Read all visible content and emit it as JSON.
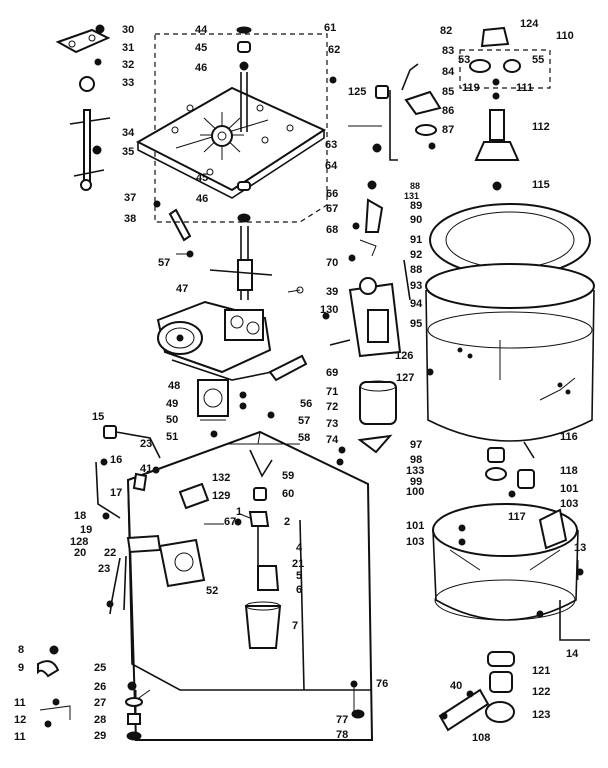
{
  "callouts": {
    "c30": "30",
    "c31": "31",
    "c32": "32",
    "c33": "33",
    "c34": "34",
    "c35": "35",
    "c37": "37",
    "c38": "38",
    "c57a": "57",
    "c44": "44",
    "c45a": "45",
    "c46a": "46",
    "c45b": "45",
    "c46b": "46",
    "c61": "61",
    "c62": "62",
    "c63": "63",
    "c64": "64",
    "c66": "66",
    "c67": "67",
    "c68": "68",
    "c70": "70",
    "c39": "39",
    "c130": "130",
    "c47": "47",
    "c48": "48",
    "c49": "49",
    "c50": "50",
    "c51": "51",
    "c56": "56",
    "c57b": "57",
    "c58": "58",
    "c69": "69",
    "c71": "71",
    "c72": "72",
    "c73": "73",
    "c74": "74",
    "c126": "126",
    "c82": "82",
    "c83": "83",
    "c53": "53",
    "c84": "84",
    "c85": "85",
    "c86": "86",
    "c87": "87",
    "c125": "125",
    "c124": "124",
    "c110": "110",
    "c55": "55",
    "c119": "119",
    "c111": "111",
    "c112": "112",
    "c115": "115",
    "c88a": "88",
    "c131": "131",
    "c89": "89",
    "c90": "90",
    "c91": "91",
    "c92": "92",
    "c88b": "88",
    "c93": "93",
    "c94": "94",
    "c95": "95",
    "c127": "127",
    "c97": "97",
    "c98": "98",
    "c133": "133",
    "c99": "99",
    "c100": "100",
    "c116": "116",
    "c118": "118",
    "c101a": "101",
    "c103a": "103",
    "c117": "117",
    "c101b": "101",
    "c103b": "103",
    "c13": "13",
    "c14": "14",
    "c15": "15",
    "c16": "16",
    "c23a": "23",
    "c41": "41",
    "c17": "17",
    "c18": "18",
    "c19": "19",
    "c128": "128",
    "c20": "20",
    "c22": "22",
    "c23b": "23",
    "c52": "52",
    "c132": "132",
    "c129": "129",
    "c67b": "67",
    "c1": "1",
    "c59": "59",
    "c60": "60",
    "c2": "2",
    "c4": "4",
    "c21": "21",
    "c5": "5",
    "c6": "6",
    "c7": "7",
    "c8": "8",
    "c9": "9",
    "c11a": "11",
    "c12": "12",
    "c11b": "11",
    "c25": "25",
    "c26": "26",
    "c27": "27",
    "c28": "28",
    "c29": "29",
    "c76": "76",
    "c77": "77",
    "c78": "78",
    "c121": "121",
    "c122": "122",
    "c123": "123",
    "c40": "40",
    "c108": "108"
  },
  "icons": {
    "agitator_tub": "outer-tub-icon",
    "drive_assembly": "transmission-icon",
    "cabinet": "cabinet-icon",
    "motor": "motor-icon",
    "pump": "pump-icon"
  }
}
